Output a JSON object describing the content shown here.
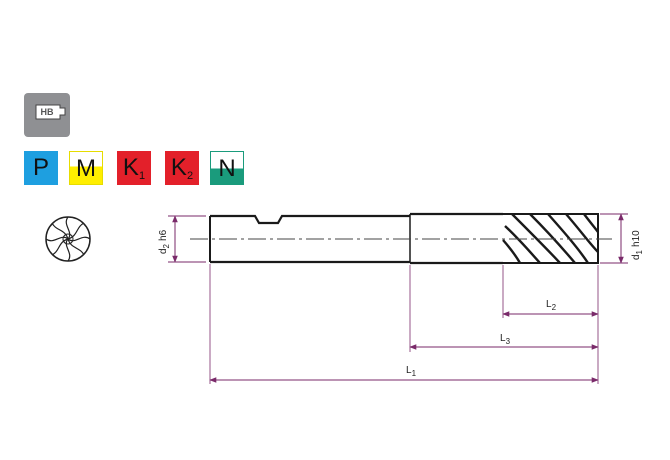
{
  "badge": {
    "label": "HB"
  },
  "materials": [
    {
      "letter": "P",
      "sub": "",
      "color": "#1e9fe0"
    },
    {
      "letter": "M",
      "sub": "",
      "color": "#ffee00"
    },
    {
      "letter": "K",
      "sub": "1",
      "color": "#e3202a"
    },
    {
      "letter": "K",
      "sub": "2",
      "color": "#e3202a"
    },
    {
      "letter": "N",
      "sub": "",
      "color": "#1a9b7c"
    }
  ],
  "dimensions": {
    "d2": {
      "symbol": "d",
      "sub": "2",
      "tol": "h6"
    },
    "d1": {
      "symbol": "d",
      "sub": "1",
      "tol": "h10"
    },
    "L1": {
      "symbol": "L",
      "sub": "1"
    },
    "L2": {
      "symbol": "L",
      "sub": "2"
    },
    "L3": {
      "symbol": "L",
      "sub": "3"
    }
  },
  "colors": {
    "dimension_line": "#7a2a6a",
    "tool_outline": "#1a1a1a",
    "badge": "#8f9093"
  }
}
